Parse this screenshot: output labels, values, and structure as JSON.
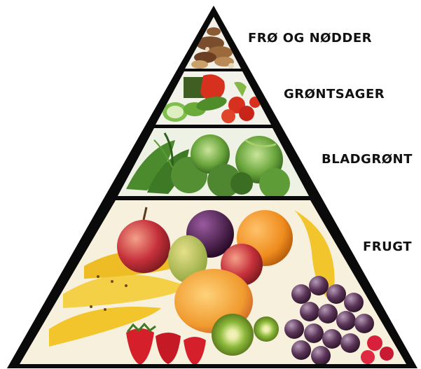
{
  "pyramid": {
    "levels": [
      {
        "id": "seeds",
        "label": "FRØ OG NØDDER",
        "icon": "nuts-seeds-photo"
      },
      {
        "id": "veg",
        "label": "GRØNTSAGER",
        "icon": "vegetables-photo"
      },
      {
        "id": "leafy",
        "label": "BLADGRØNT",
        "icon": "leafy-greens-photo"
      },
      {
        "id": "fruit",
        "label": "FRUGT",
        "icon": "fruit-photo"
      }
    ]
  },
  "colors": {
    "outline": "#0a0a0a",
    "label_text": "#111111",
    "nuts": "#7a4e2c",
    "veg_green": "#6bab3a",
    "veg_red": "#d8301f",
    "leafy": "#4c8a2e",
    "banana": "#f2c52c",
    "grape": "#5b3558",
    "apple_red": "#c6313b",
    "orange": "#ef8c1e",
    "kiwi": "#79a32c",
    "strawberry": "#d51f2b"
  }
}
